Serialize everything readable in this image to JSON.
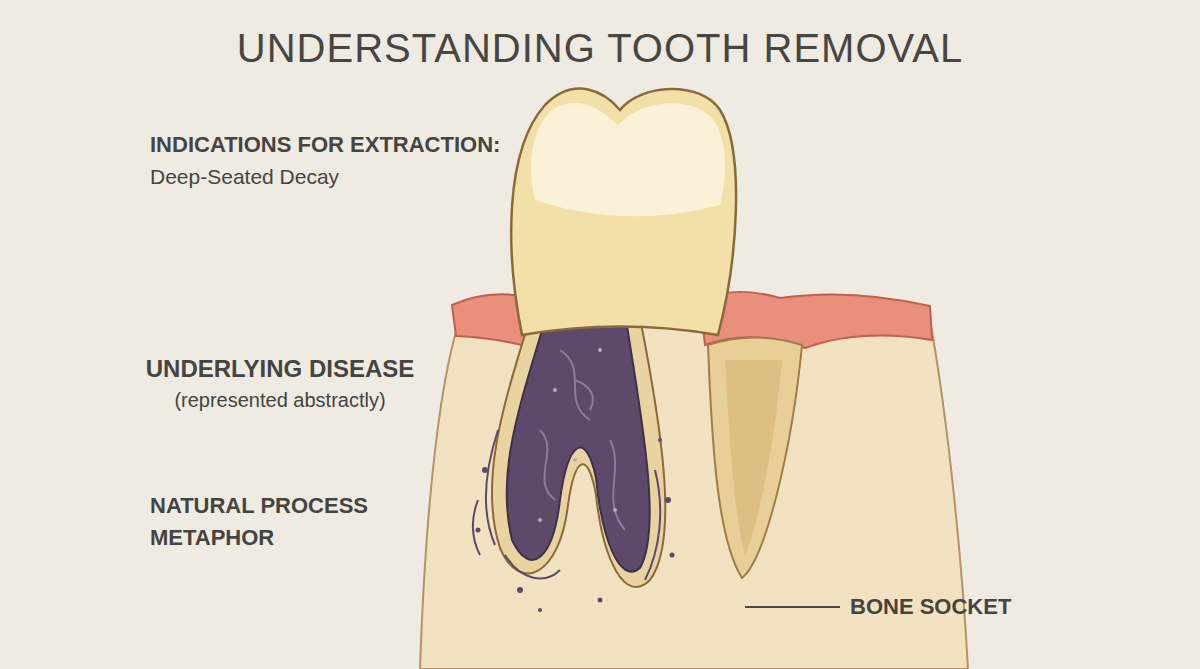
{
  "diagram": {
    "title": "UNDERSTANDING TOOTH REMOVAL",
    "labels": [
      "INDICATIONS FOR EXTRACTION:",
      "Deep-Seated Decay",
      "UNDERLYING DISEASE",
      "(represented abstractly)",
      "NATURAL PROCESS METAPHOR",
      "BONE SOCKET"
    ]
  }
}
